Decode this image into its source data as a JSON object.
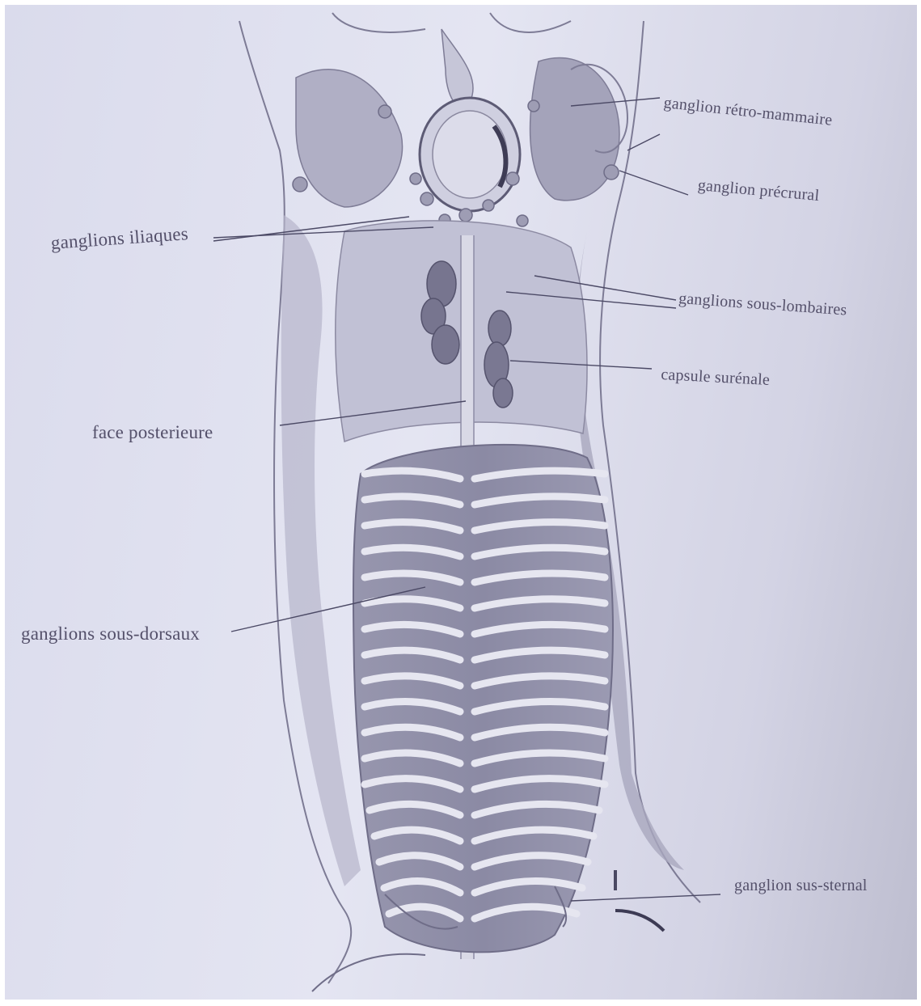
{
  "labels": {
    "retro_mammaire": "ganglion rétro-mammaire",
    "precrural": "ganglion précrural",
    "iliaques": "ganglions iliaques",
    "sous_lombaires": "ganglions sous-lombaires",
    "capsule_surrenale": "capsule surénale",
    "face_posterieure": "face posterieure",
    "sous_dorsaux": "ganglions sous-dorsaux",
    "sus_sternal": "ganglion sus-sternal"
  }
}
